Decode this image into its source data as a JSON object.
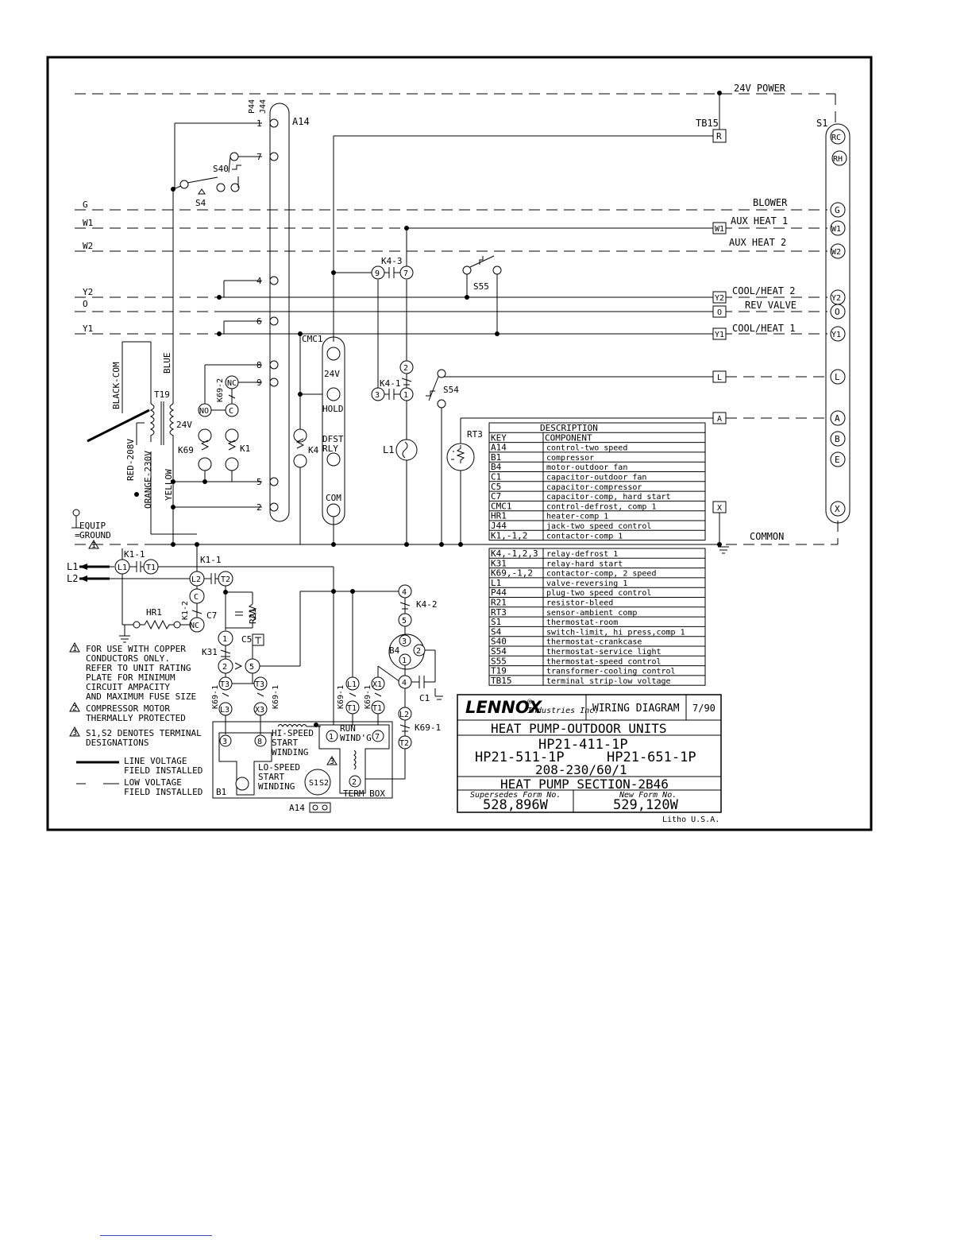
{
  "power": {
    "label": "24V POWER",
    "tb_label": "TB15",
    "tb_r": "R",
    "s1_label": "S1",
    "rc": "RC",
    "rh": "RH"
  },
  "a14": {
    "label": "A14",
    "p44": "P44",
    "j44": "J44",
    "pins": [
      "1",
      "7",
      "4",
      "6",
      "8",
      "9",
      "5",
      "2"
    ]
  },
  "left_wires": {
    "g": "G",
    "w1": "W1",
    "w2": "W2",
    "y2": "Y2",
    "o": "O",
    "y1": "Y1"
  },
  "right_signals": {
    "blower": "BLOWER",
    "aux1": "AUX HEAT 1",
    "aux2": "AUX HEAT 2",
    "cool2": "COOL/HEAT 2",
    "rev": "REV VALVE",
    "cool1": "COOL/HEAT 1",
    "common": "COMMON",
    "tb_y2": "Y2",
    "tb_o": "O",
    "tb_y1": "Y1",
    "tb_w1": "W1",
    "tb_l": "L",
    "tb_a": "A",
    "tb_x": "X"
  },
  "terminals": [
    "G",
    "W1",
    "W2",
    "Y2",
    "O",
    "Y1",
    "L",
    "A",
    "B",
    "E",
    "X"
  ],
  "components": {
    "s40": "S40",
    "s4": "S4",
    "k4_3": "K4-3",
    "k4_3_p1": "9",
    "k4_3_p2": "7",
    "s55": "S55",
    "cmc1": "CMC1",
    "v24": "24V",
    "hold": "HOLD",
    "dfst": "DFST",
    "rly": "RLY",
    "com": "COM",
    "k4": "K4",
    "k4_1": "K4-1",
    "k4_1_p2": "2",
    "k4_1_p3": "3",
    "k4_1_p1": "1",
    "s54": "S54",
    "l1": "L1",
    "rt3": "RT3",
    "t19": "T19",
    "t19_24v": "24V",
    "blue": "BLUE",
    "black_com": "BLACK-COM",
    "red": "RED-208V",
    "orange": "ORANGE-230V",
    "yellow": "YELLOW",
    "k69_2": "K69-2",
    "nc": "NC",
    "no": "NO",
    "c": "C",
    "k69": "K69",
    "k1": "K1",
    "equip": "EQUIP",
    "ground": "GROUND",
    "k1_1a": "K1-1",
    "k1_1b": "K1-1",
    "l1in": "L1",
    "l2in": "L2",
    "p_l1": "L1",
    "p_t1": "T1",
    "p_l2": "L2",
    "p_t2": "T2",
    "k1_2": "K1-2",
    "p_c": "C",
    "p_nc": "NC",
    "hr1": "HR1",
    "c7": "C7",
    "r21": "R21",
    "c5": "C5",
    "k31": "K31",
    "k31_p1": "1",
    "k31_p2": "2",
    "k31_p5": "5",
    "k69_1a": "K69-1",
    "t3a": "T3",
    "t3b": "T3",
    "l3": "L3",
    "x3": "X3",
    "k69_1b": "K69-1",
    "k69_1c": "K69-1",
    "k69_1d": "K69-1",
    "k69_1e": "K69-1",
    "p_l1b": "L1",
    "p_x1": "X1",
    "p_t1b": "T1",
    "p_t1c": "T1",
    "k4_2": "K4-2",
    "k4_2_p4": "4",
    "k4_2_p5": "5",
    "b4": "B4",
    "b4_p3": "3",
    "b4_p2": "2",
    "b4_p1": "1",
    "c1": "C1",
    "p4": "4",
    "l2b": "L2",
    "t2b": "T2",
    "b1": "B1",
    "b1_p3": "3",
    "b1_p8": "8",
    "b1_p1": "1",
    "b1_p7": "7",
    "b1_p2": "2",
    "hi_speed": "HI-SPEED",
    "start": "START",
    "winding": "WINDING",
    "lo_speed": "LO-SPEED",
    "start2": "START",
    "winding2": "WINDING",
    "run": "RUN",
    "windg": "WIND'G",
    "term_box": "TERM BOX",
    "a14b": "A14",
    "s1s": "S1",
    "s2s": "S2",
    "tri3": "3"
  },
  "notes": {
    "n1": [
      "FOR USE WITH COPPER",
      "CONDUCTORS ONLY.",
      "REFER TO UNIT RATING",
      "PLATE FOR MINIMUM",
      "CIRCUIT AMPACITY",
      "AND MAXIMUM FUSE SIZE"
    ],
    "n2": [
      "COMPRESSOR MOTOR",
      "THERMALLY PROTECTED"
    ],
    "n3": [
      "S1,S2 DENOTES TERMINAL",
      "DESIGNATIONS"
    ],
    "line_voltage": [
      "LINE VOLTAGE",
      "FIELD INSTALLED"
    ],
    "low_voltage": [
      "LOW VOLTAGE",
      "FIELD INSTALLED"
    ],
    "tri1": "1",
    "tri2": "2",
    "tri3": "3"
  },
  "legend": {
    "title": "DESCRIPTION",
    "header": [
      "KEY",
      "COMPONENT"
    ],
    "rows1": [
      [
        "A14",
        "control-two speed"
      ],
      [
        "B1",
        "compressor"
      ],
      [
        "B4",
        "motor-outdoor fan"
      ],
      [
        "C1",
        "capacitor-outdoor fan"
      ],
      [
        "C5",
        "capacitor-compressor"
      ],
      [
        "C7",
        "capacitor-comp, hard start"
      ],
      [
        "CMC1",
        "control-defrost, comp 1"
      ],
      [
        "HR1",
        "heater-comp 1"
      ],
      [
        "J44",
        "jack-two speed control"
      ],
      [
        "K1,-1,2",
        "contactor-comp 1"
      ]
    ],
    "rows2": [
      [
        "K4,-1,2,3",
        "relay-defrost 1"
      ],
      [
        "K31",
        "relay-hard start"
      ],
      [
        "K69,-1,2",
        "contactor-comp, 2 speed"
      ],
      [
        "L1",
        "valve-reversing 1"
      ],
      [
        "P44",
        "plug-two speed control"
      ],
      [
        "R21",
        "resistor-bleed"
      ],
      [
        "RT3",
        "sensor-ambient comp"
      ],
      [
        "S1",
        "thermostat-room"
      ],
      [
        "S4",
        "switch-limit, hi press,comp 1"
      ],
      [
        "S40",
        "thermostat-crankcase"
      ],
      [
        "S54",
        "thermostat-service light"
      ],
      [
        "S55",
        "thermostat-speed control"
      ],
      [
        "T19",
        "transformer-cooling control"
      ],
      [
        "TB15",
        "terminal strip-low voltage"
      ]
    ]
  },
  "title_block": {
    "brand": "LENNOX",
    "reg": "®",
    "industries": "Industries Inc.",
    "diagram_type": "WIRING DIAGRAM",
    "date": "7/90",
    "title": "HEAT PUMP-OUTDOOR UNITS",
    "model1": "HP21-411-1P",
    "model2": "HP21-511-1P",
    "model3": "HP21-651-1P",
    "voltage": "208-230/60/1",
    "section": "HEAT PUMP SECTION-2B46",
    "supersedes_label": "Supersedes Form No.",
    "supersedes": "528,896W",
    "new_form_label": "New Form No.",
    "new_form": "529,120W",
    "litho": "Litho U.S.A."
  }
}
